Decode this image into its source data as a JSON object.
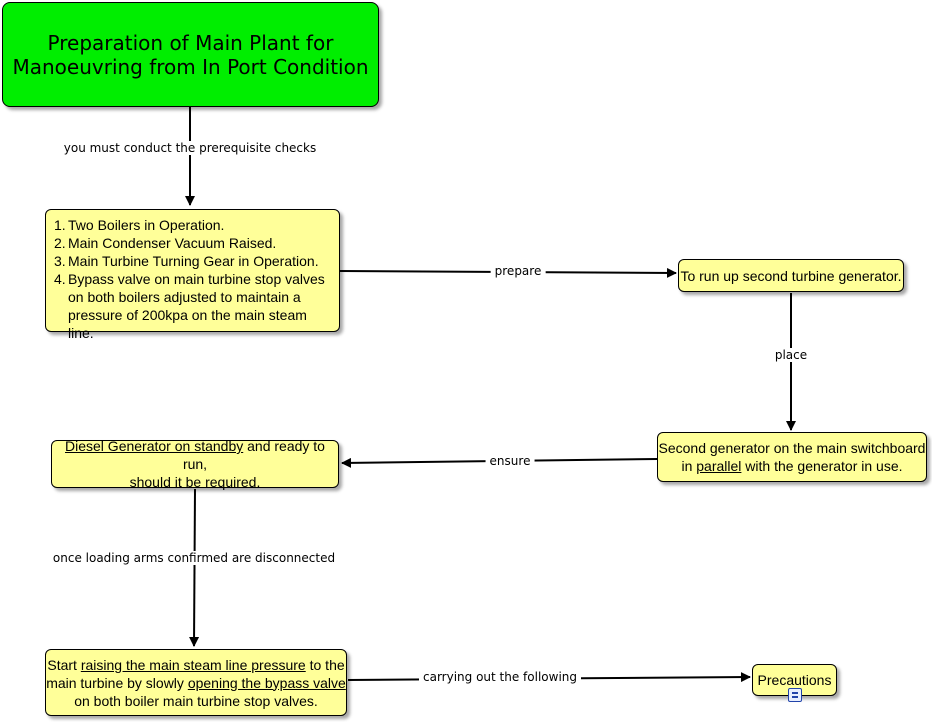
{
  "title": {
    "line1": "Preparation of Main Plant for",
    "line2": "Manoeuvring from In Port Condition"
  },
  "checks": {
    "items": [
      {
        "num": "1.",
        "text": "Two Boilers in Operation."
      },
      {
        "num": "2.",
        "text": "Main Condenser Vacuum Raised."
      },
      {
        "num": "3.",
        "text": "Main Turbine Turning Gear in Operation."
      },
      {
        "num": "4.",
        "text": "Bypass valve on main turbine stop valves on both boilers adjusted to maintain a pressure of 200kpa on the main steam line."
      }
    ]
  },
  "second_tg": {
    "text": "To run up second turbine generator."
  },
  "parallel": {
    "line1": "Second generator on the main switchboard",
    "pre2": "in ",
    "link2": "parallel",
    "post2": " with the generator in use."
  },
  "diesel": {
    "link": "Diesel Generator on standby",
    "rest1": " and ready to run,",
    "line2": "should it be required."
  },
  "steam": {
    "pre1": "Start ",
    "link1": "raising the main steam line pressure",
    "post1": " to the",
    "pre2": "main turbine by slowly ",
    "link2": "opening the bypass valve",
    "line3": "on both boiler main turbine stop valves."
  },
  "precautions": {
    "text": "Precautions",
    "icon": "submap-icon"
  },
  "links": {
    "prereq": "you must conduct the prerequisite checks",
    "prepare": "prepare",
    "place": "place",
    "ensure": "ensure",
    "loading": "once loading arms confirmed are disconnected",
    "carrying": "carrying out the following"
  }
}
